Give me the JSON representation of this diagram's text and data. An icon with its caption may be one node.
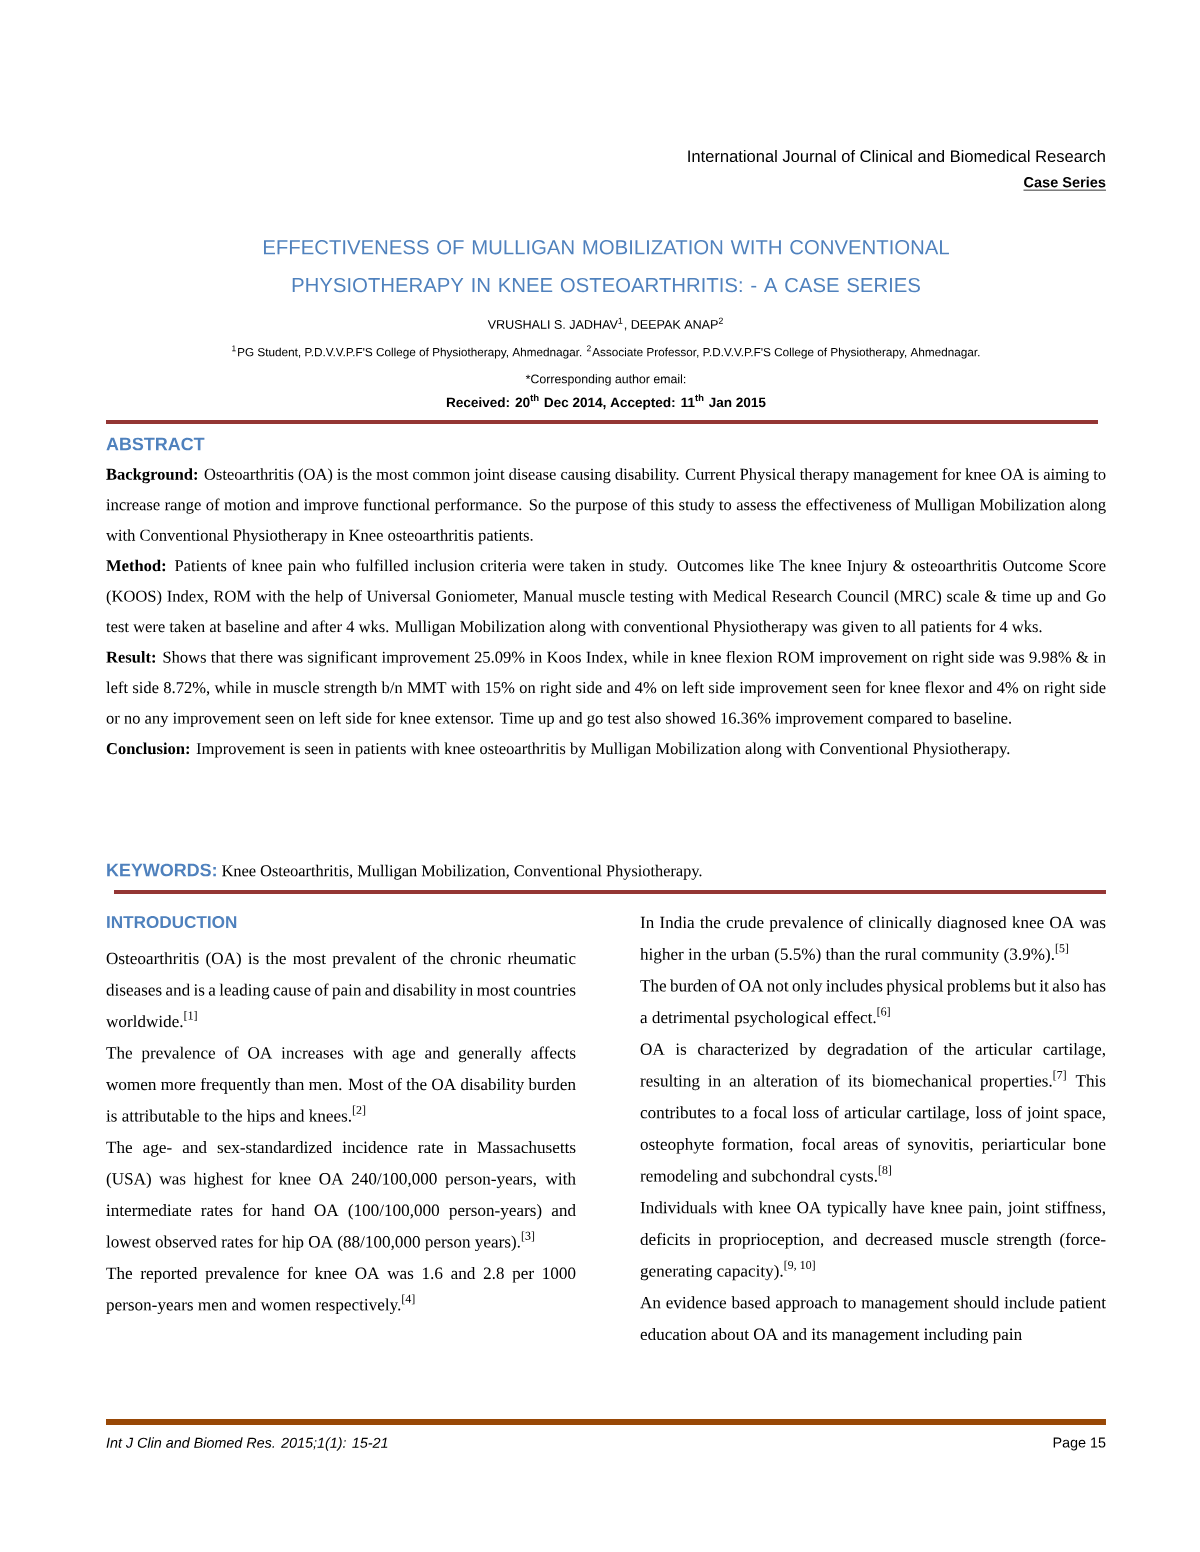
{
  "diagram": {
    "title": "EFFECTIVENESS OF MULLIGAN MOBILIZATION WITH CONVENTIONAL PHYSIOTHERAPY IN KNEE OSTEOARTHRITIS: - A CASE SERIES",
    "labels": [
      "International Journal of Clinical and Biomedical Research",
      "Case Series",
      "VRUSHALI S. JADHAV$^{1}$, DEEPAK ANAP$^{2}$",
      "$^{1}$PG Student, P.D.V.V.P.F'S College of Physiotherapy, Ahmednagar. $^{2}$Associate Professor, P.D.V.V.P.F'S College of Physiotherapy, Ahmednagar.",
      "*Corresponding author email:",
      "Received: 20$^{th}$ Dec 2014, Accepted: 11$^{th}$ Jan 2015",
      "ABSTRACT",
      "**Background:** Osteoarthritis (OA) is the most common joint disease causing disability. Current Physical therapy management for knee OA is aiming to increase range of motion and improve functional performance. So the purpose of this study to assess the effectiveness of Mulligan Mobilization along with Conventional Physiotherapy in Knee osteoarthritis patients.",
      "**Method:** Patients of knee pain who fulfilled inclusion criteria were taken in study. Outcomes like The knee Injury & osteoarthritis Outcome Score (KOOS) Index, ROM with the help of Universal Goniometer, Manual muscle testing with Medical Research Council (MRC) scale & time up and Go test were taken at baseline and after 4 wks. Mulligan Mobilization along with conventional Physiotherapy was given to all patients for 4 wks.",
      "**Result:** Shows that there was significant improvement 25.09% in Koos Index, while in knee flexion ROM improvement on right side was 9.98% & in left side 8.72%, while in muscle strength b/n MMT with 15% on right side and 4% on left side improvement seen for knee flexor and 4% on right side or no any improvement seen on left side for knee extensor. Time up and go test also showed 16.36% improvement compared to baseline.",
      "**Conclusion:** Improvement is seen in patients with knee osteoarthritis by Mulligan Mobilization along with Conventional Physiotherapy.",
      "KEYWORDS:",
      "Knee Osteoarthritis, Mulligan Mobilization, Conventional Physiotherapy.",
      "INTRODUCTION",
      "Osteoarthritis (OA) is the most prevalent of the chronic rheumatic diseases and is a leading cause of pain and disability in most countries worldwide.$^{[1]}$",
      "The prevalence of OA increases with age and generally affects women more frequently than men. Most of the OA disability burden is attributable to the hips and knees.$^{[2]}$",
      "The age- and sex-standardized incidence rate in Massachusetts (USA) was highest for knee OA 240/100,000 person-years, with intermediate rates for hand OA (100/100,000 person-years) and lowest observed rates for hip OA (88/100,000 person years).$^{[3]}$",
      "The reported prevalence for knee OA was 1.6 and 2.8 per 1000 person-years men and women respectively.$^{[4]}$",
      "In India the crude prevalence of clinically diagnosed knee OA was higher in the urban (5.5%) than the rural community (3.9%).$^{[5]}$",
      "The burden of OA not only includes physical problems but it also has a detrimental psychological effect.$^{[6]}$",
      "OA is characterized by degradation of the articular cartilage, resulting in an alteration of its biomechanical properties.$^{[7]}$ This contributes to a focal loss of articular cartilage, loss of joint space, osteophyte formation, focal areas of synovitis, periarticular bone remodeling and subchondral cysts.$^{[8]}$",
      "Individuals with knee OA typically have knee pain, joint stiffness, deficits in proprioception, and decreased muscle strength (force-generating capacity).$^{[9, 10]}$",
      "An evidence based approach to management should include patient education about OA and its management including pain",
      "Int J Clin and Biomed Res. 2015;1(1): 15-21",
      "Page 15"
    ]
  }
}
